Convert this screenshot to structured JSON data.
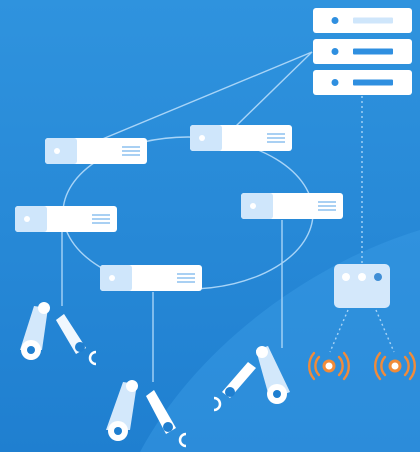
{
  "colors": {
    "background_top": "#2f93de",
    "background_bottom": "#1f7fd0",
    "wave": "#3b9de6",
    "server_body": "#ffffff",
    "server_stripe": "#2f8fe0",
    "node_face": "#cfe6fb",
    "node_body": "#ffffff",
    "node_lines": "#a9d0f3",
    "connector": "#a8d4f7",
    "robot_arm": "#d3e8fb",
    "robot_joint": "#1f7fd0",
    "hub": "#d4e8fb",
    "hub_dot": "#3f8ed6",
    "antenna_orange": "#f08b3a"
  },
  "diagram": {
    "server_rack": {
      "units": 3,
      "icon": "server-icon"
    },
    "ring_nodes": [
      {
        "id": "node-1",
        "icon": "network-node-icon"
      },
      {
        "id": "node-2",
        "icon": "network-node-icon"
      },
      {
        "id": "node-3",
        "icon": "network-node-icon"
      },
      {
        "id": "node-4",
        "icon": "network-node-icon"
      },
      {
        "id": "node-5",
        "icon": "network-node-icon"
      }
    ],
    "robot_arms": [
      {
        "id": "robot-arm-1",
        "icon": "robot-arm-icon"
      },
      {
        "id": "robot-arm-2",
        "icon": "robot-arm-icon"
      },
      {
        "id": "robot-arm-3",
        "icon": "robot-arm-icon"
      }
    ],
    "wireless_hub": {
      "icon": "wireless-hub-icon",
      "leds": 3
    },
    "antennas": [
      {
        "id": "antenna-1",
        "icon": "wireless-signal-icon"
      },
      {
        "id": "antenna-2",
        "icon": "wireless-signal-icon"
      }
    ]
  }
}
